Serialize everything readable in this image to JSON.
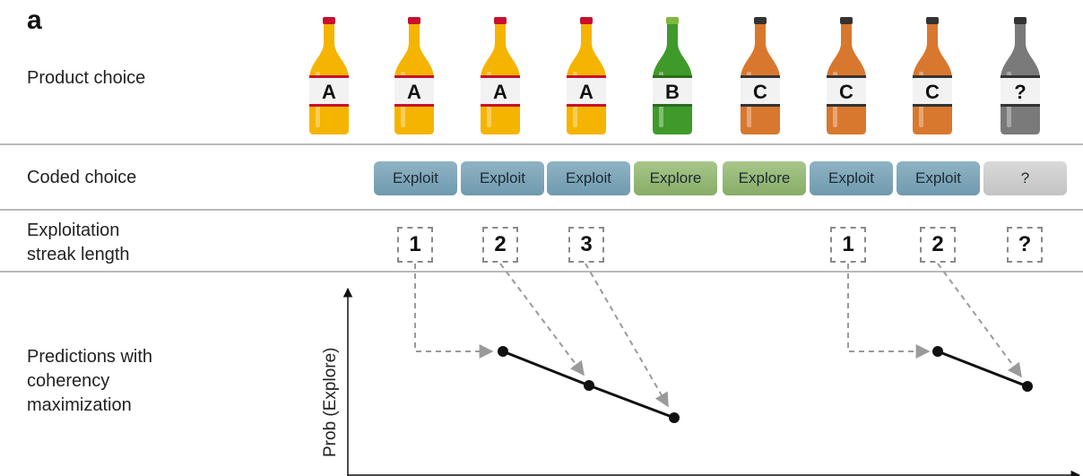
{
  "panel_letter": "a",
  "rows": {
    "product_choice": "Product choice",
    "coded_choice": "Coded choice",
    "streak_line1": "Exploitation",
    "streak_line2": "streak length",
    "pred_line1": "Predictions with",
    "pred_line2": "coherency",
    "pred_line3": "maximization"
  },
  "bottles": [
    {
      "label": "A",
      "color": "#f5b400",
      "cap": "#c8102e",
      "band": "#c8102e"
    },
    {
      "label": "A",
      "color": "#f5b400",
      "cap": "#c8102e",
      "band": "#c8102e"
    },
    {
      "label": "A",
      "color": "#f5b400",
      "cap": "#c8102e",
      "band": "#c8102e"
    },
    {
      "label": "A",
      "color": "#f5b400",
      "cap": "#c8102e",
      "band": "#c8102e"
    },
    {
      "label": "B",
      "color": "#3f9a2a",
      "cap": "#7fb83a",
      "band": "#2d6a1e"
    },
    {
      "label": "C",
      "color": "#d8782e",
      "cap": "#333333",
      "band": "#333333"
    },
    {
      "label": "C",
      "color": "#d8782e",
      "cap": "#333333",
      "band": "#333333"
    },
    {
      "label": "C",
      "color": "#d8782e",
      "cap": "#333333",
      "band": "#333333"
    },
    {
      "label": "?",
      "color": "#7a7a7a",
      "cap": "#333333",
      "band": "#333333"
    }
  ],
  "coded": [
    "Exploit",
    "Exploit",
    "Exploit",
    "Explore",
    "Explore",
    "Exploit",
    "Exploit",
    "?"
  ],
  "coded_types": [
    "exploit",
    "exploit",
    "exploit",
    "explore",
    "explore",
    "exploit",
    "exploit",
    "unknown"
  ],
  "streaks": [
    "1",
    "2",
    "3",
    "1",
    "2",
    "?"
  ],
  "y_axis_label": "Prob (Explore)"
}
